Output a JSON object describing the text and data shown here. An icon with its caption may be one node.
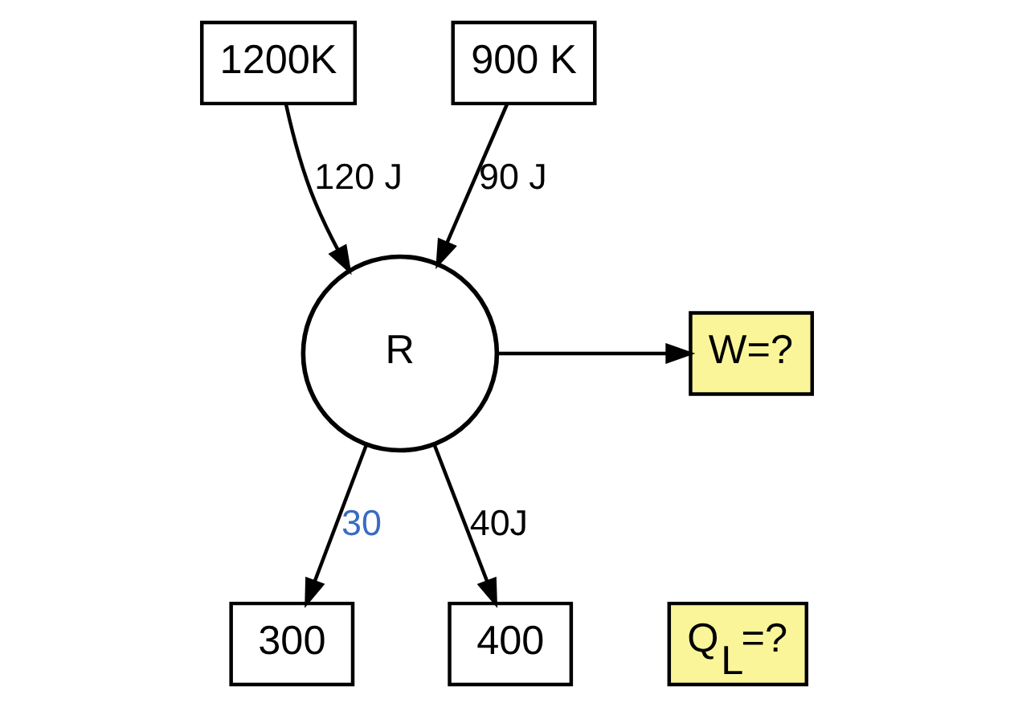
{
  "diagram": {
    "nodes": [
      {
        "text": [
          "1200K"
        ]
      },
      {
        "text": [
          "900 K"
        ]
      },
      {
        "text": [
          "R"
        ]
      },
      {
        "text": [
          "W=?"
        ]
      },
      {
        "text": [
          "Q$_{L}$=?"
        ]
      },
      {
        "text": [
          "300"
        ]
      },
      {
        "text": [
          "400"
        ]
      }
    ],
    "edges": [
      {
        "from": 0,
        "to": 2,
        "arrow": "to",
        "label": "120 J"
      },
      {
        "from": 1,
        "to": 2,
        "arrow": "to",
        "label": "90 J"
      },
      {
        "from": 2,
        "to": 3,
        "arrow": "to"
      },
      {
        "from": 2,
        "to": 5,
        "arrow": "to",
        "label": "30"
      },
      {
        "from": 2,
        "to": 6,
        "arrow": "to",
        "label": "40J"
      }
    ]
  }
}
